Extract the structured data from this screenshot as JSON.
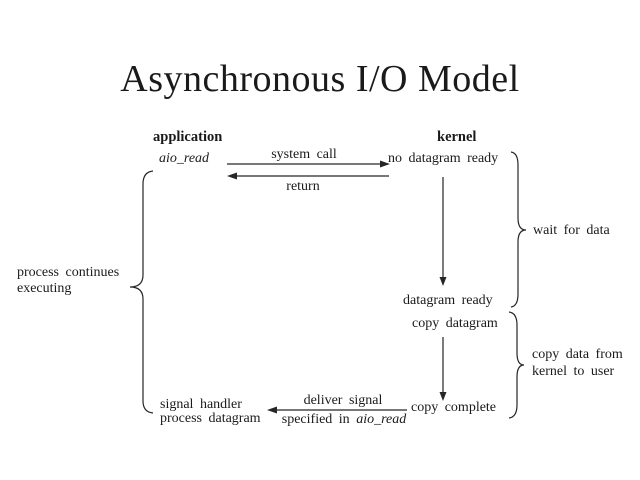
{
  "title": "Asynchronous I/O Model",
  "columns": {
    "application": "application",
    "kernel": "kernel"
  },
  "app_side": {
    "aio_read": "aio_read",
    "signal_handler_line1": "signal handler",
    "signal_handler_line2": "process datagram",
    "process_continues_line1": "process continues",
    "process_continues_line2": "executing"
  },
  "kernel_side": {
    "no_datagram_ready": "no datagram ready",
    "datagram_ready": "datagram ready",
    "copy_datagram": "copy datagram",
    "copy_complete": "copy complete"
  },
  "arrows": {
    "system_call": "system call",
    "return": "return",
    "deliver_signal": "deliver signal",
    "specified_in": "specified in",
    "specified_in_func": "aio_read"
  },
  "braces": {
    "wait_for_data": "wait for data",
    "copy_data_line1": "copy data from",
    "copy_data_line2": "kernel to user"
  },
  "colors": {
    "background": "#ffffff",
    "ink": "#1a1a1a"
  }
}
